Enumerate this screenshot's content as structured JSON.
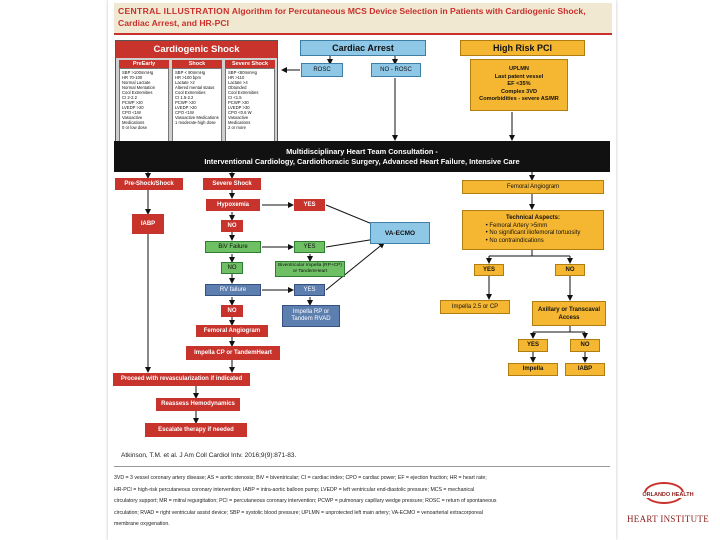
{
  "header": {
    "label": "CENTRAL ILLUSTRATION",
    "title_line1": "Algorithm for Percutaneous MCS Device Selection in Patients with Cardiogenic Shock,",
    "title_line2": "Cardiac Arrest, and HR-PCI"
  },
  "cardiogenic_shock": {
    "title": "Cardiogenic Shock",
    "columns": [
      {
        "label": "PreEarly",
        "items": [
          "SBP >100mmHg",
          "HR 70-100",
          "Normal Lactate",
          "Normal Mentation",
          "Cool Extremities",
          "CI 2-2.2",
          "PCWP >20",
          "LVEDP >20",
          "CPO <1W",
          "Vasoactive",
          "Medications",
          "0 or low dose"
        ]
      },
      {
        "label": "Shock",
        "items": [
          "SBP < 90mmHg",
          "HR >100 bpm",
          "Lactate >2",
          "Altered mental status",
          "Cool Extremities",
          "CI 1.5-2.2",
          "PCWP >20",
          "LVEDP >20",
          "CPO <1W",
          "Vasoactive Medications",
          "1 moderate-high dose"
        ]
      },
      {
        "label": "Severe Shock",
        "items": [
          "SBP <80mmHg",
          "HR >110",
          "Lactate >4",
          "Obtunded",
          "Cool Extremities",
          "CI <1.5",
          "PCWP >30",
          "LVEDP >30",
          "CPO <0.6 W",
          "Vasoactive",
          "Medications",
          "2 or more"
        ]
      }
    ]
  },
  "cardiac_arrest": {
    "title": "Cardiac Arrest",
    "rosc": "ROSC",
    "no_rosc": "NO - ROSC"
  },
  "hr_pci": {
    "title": "High Risk PCI",
    "criteria": [
      "UPLMN",
      "Last patent vessel",
      "EF <35%",
      "Complex 3VD",
      "Comorbidities - severe AS/MR"
    ]
  },
  "team": {
    "line1": "Multidisciplinary Heart Team Consultation -",
    "line2": "Interventional Cardiology, Cardiothoracic Surgery, Advanced Heart Failure, Intensive Care"
  },
  "flow": {
    "pre_shock": "Pre-Shock/Shock",
    "severe_shock": "Severe Shock",
    "iabp": "IABP",
    "hypoxemia": "Hypoxemia",
    "yes": "YES",
    "no": "NO",
    "va_ecmo": "VA-ECMO",
    "biv_failure": "BiV Failure",
    "biventricular_impella": "Biventricular Impella (RP+CP) or TandemHeart",
    "rv_failure": "RV failure",
    "impella_rp": "Impella RP or Tandem RVAD",
    "femoral_angiogram": "Femoral Angiogram",
    "impella_cp": "Impella CP or TandemHeart",
    "proceed": "Proceed with revascularization if indicated",
    "reassess": "Reassess Hemodynamics",
    "escalate": "Escalate therapy if needed"
  },
  "right_flow": {
    "femoral_angiogram": "Femoral Angiogram",
    "technical_title": "Technical Aspects:",
    "technical_items": [
      "• Femoral Artery >5mm",
      "• No significant iliofemoral tortuosity",
      "• No contraindications"
    ],
    "yes": "YES",
    "no": "NO",
    "impella_25": "Impella 2.5 or CP",
    "axillary": "Axillary or Transcaval Access",
    "impella": "Impella",
    "iabp": "IABP"
  },
  "reference": "Atkinson, T.M. et al. J Am Coll Cardiol Intv. 2016;9(9):871-83.",
  "abbreviations": [
    "3VD = 3 vessel coronary artery disease; AS = aortic stenosis; BiV = biventricular; CI = cardiac index; CPO = cardiac power; EF = ejection fraction; HR = heart rate;",
    "HR-PCI = high-risk percutaneous coronary intervention; IABP = intra-aortic balloon pump; LVEDP = left ventricular end-diastolic pressure; MCS = mechanical",
    "circulatory support; MR = mitral regurgitation; PCI = percutaneous coronary intervention; PCWP = pulmonary capillary wedge pressure; ROSC = return of spontaneous",
    "circulation; RVAD = right ventricular assist device; SBP = systolic blood pressure; UPLMN = unprotected left main artery; VA-ECMO = venoarterial extracorporeal",
    "membrane oxygenation."
  ],
  "logo": {
    "name": "ORLANDO HEALTH",
    "sub": "HEART INSTITUTE"
  },
  "colors": {
    "red": "#c8332c",
    "gold": "#f5b731",
    "blue": "#8fc7e6",
    "green": "#6fbf65",
    "slate": "#5d7fb0",
    "black": "#111111"
  }
}
